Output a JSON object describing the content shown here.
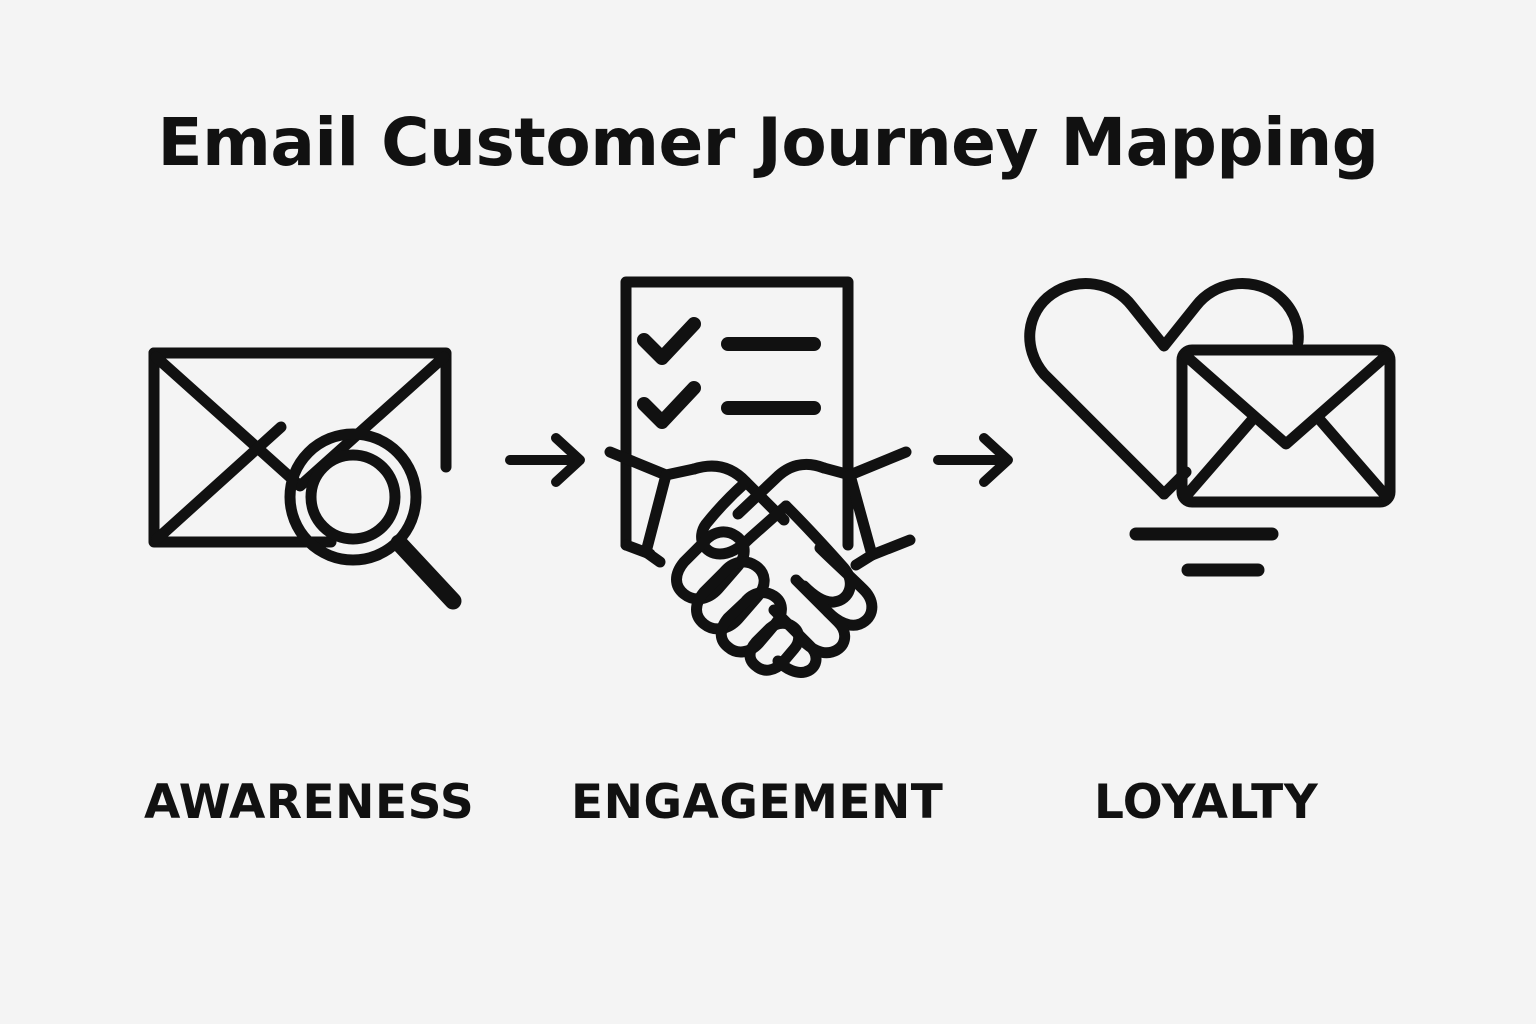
{
  "page": {
    "background_color": "#f4f4f4",
    "ink_color": "#111111",
    "title": "Email Customer Journey Mapping"
  },
  "flow": {
    "connector_icon": "arrow-right-icon",
    "stages": [
      {
        "id": "awareness",
        "label": "AWARENESS",
        "icon": "envelope-magnifier-icon",
        "icon_parts": [
          "envelope",
          "magnifying-glass"
        ]
      },
      {
        "id": "engagement",
        "label": "ENGAGEMENT",
        "icon": "checklist-handshake-icon",
        "icon_parts": [
          "document",
          "checkmark",
          "checkmark",
          "list-line",
          "list-line",
          "handshake"
        ]
      },
      {
        "id": "loyalty",
        "label": "LOYALTY",
        "icon": "heart-envelope-icon",
        "icon_parts": [
          "heart",
          "envelope",
          "motion-line",
          "motion-line"
        ]
      }
    ]
  }
}
